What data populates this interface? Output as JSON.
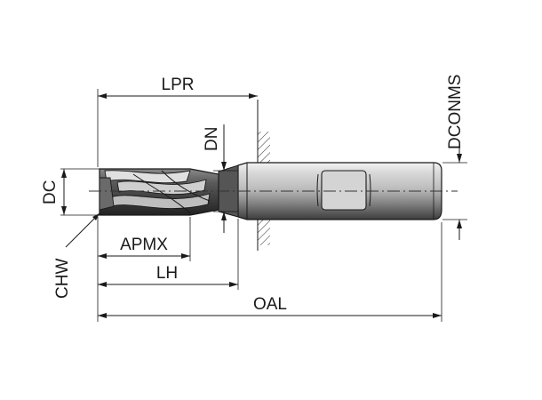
{
  "labels": {
    "lpr": "LPR",
    "dn": "DN",
    "dconms": "DCONMS",
    "dc": "DC",
    "apmx": "APMX",
    "chw": "CHW",
    "lh": "LH",
    "oal": "OAL"
  },
  "colors": {
    "line": "#1a1a1a",
    "shank_light": "#cfcfcf",
    "shank_dark": "#4a4a4a",
    "flute_dark": "#3a3a3a",
    "flute_light": "#d9d9d9"
  }
}
